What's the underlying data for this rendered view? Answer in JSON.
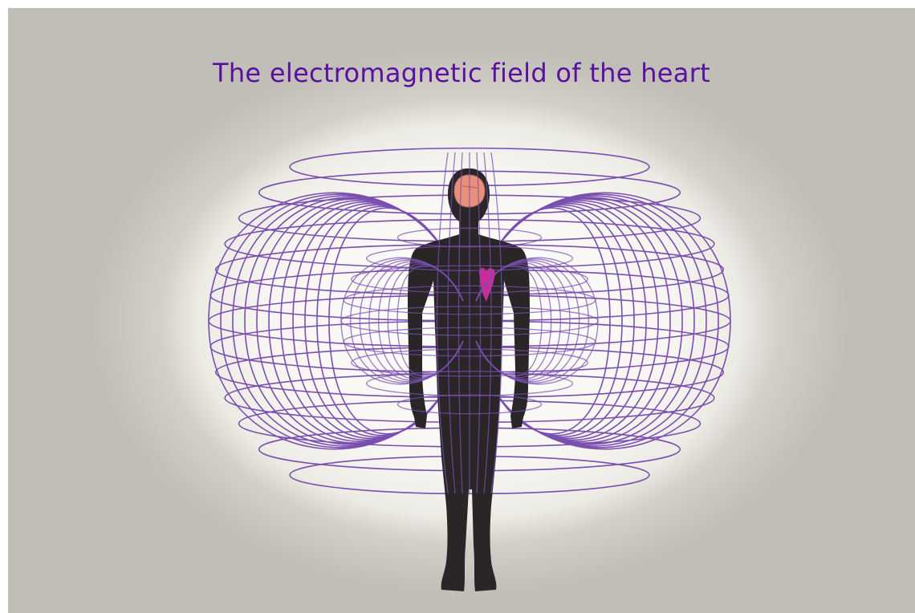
{
  "title": "The electromagnetic field of the heart",
  "colors": {
    "title": "#5a0fa0",
    "field_lines": "#7a4fb0",
    "body": "#2a2627",
    "brain": "#e8907a",
    "heart": "#d02a9a",
    "background": "#c8c5c0",
    "glow": "#ffffff"
  },
  "elements": {
    "field": "toroidal wireframe field",
    "figure": "human-silhouette",
    "brain": "brain-icon",
    "heart": "heart-icon"
  }
}
